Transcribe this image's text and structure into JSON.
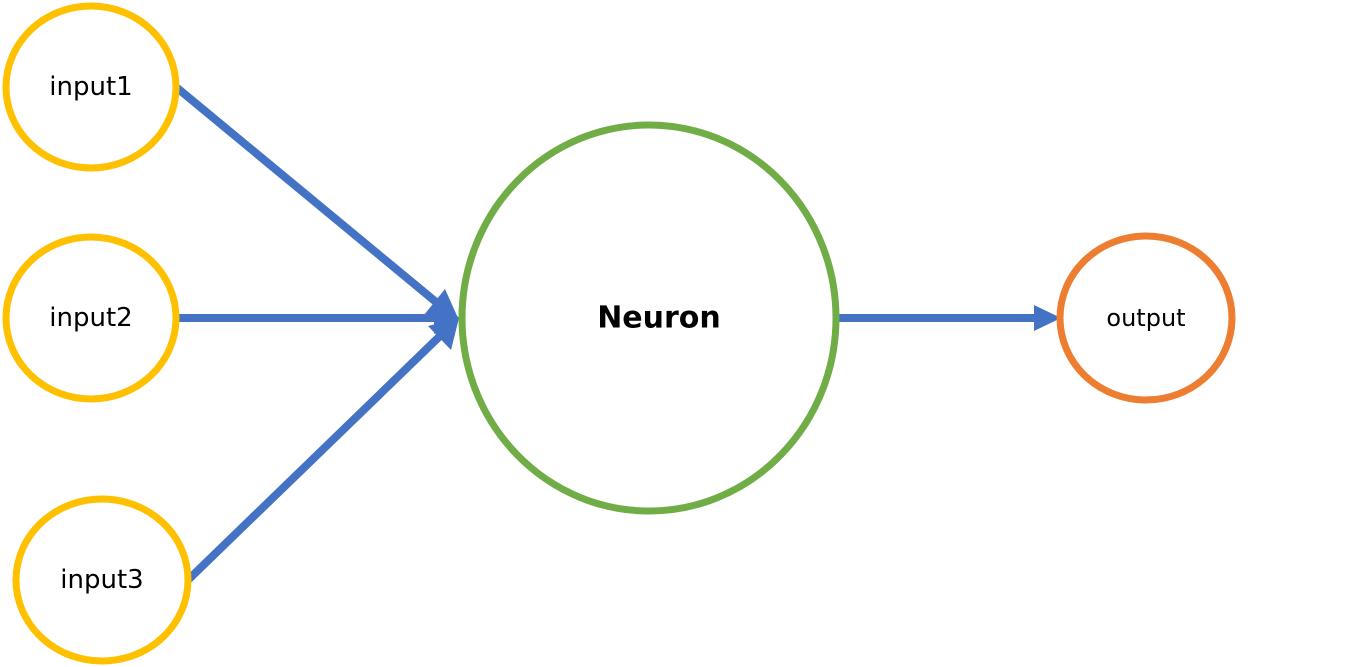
{
  "diagram": {
    "nodes": {
      "input1": {
        "label": "input1"
      },
      "input2": {
        "label": "input2"
      },
      "input3": {
        "label": "input3"
      },
      "neuron": {
        "label": "Neuron"
      },
      "output": {
        "label": "output"
      }
    },
    "edges": [
      {
        "from": "input1",
        "to": "neuron"
      },
      {
        "from": "input2",
        "to": "neuron"
      },
      {
        "from": "input3",
        "to": "neuron"
      },
      {
        "from": "neuron",
        "to": "output"
      }
    ]
  },
  "colors": {
    "input_border": "#FFC000",
    "neuron_border": "#70AD47",
    "output_border": "#ED7D31",
    "arrow": "#4472C4"
  }
}
